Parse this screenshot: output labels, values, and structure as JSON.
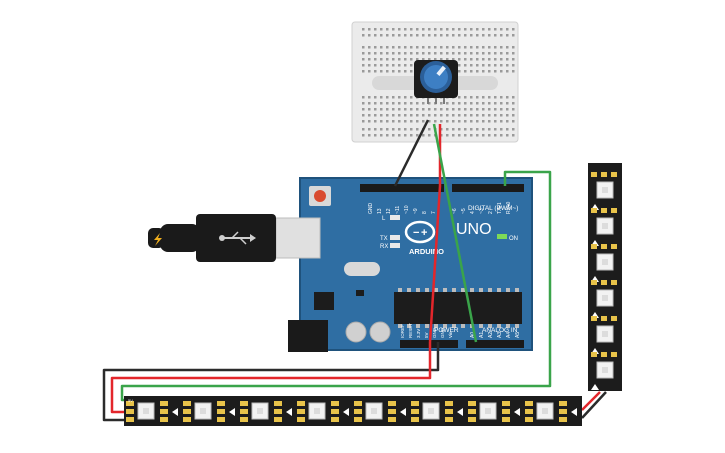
{
  "colors": {
    "background": "#ffffff",
    "board": "#2f6ea3",
    "board_edge": "#1f527c",
    "breadboard": "#ebebeb",
    "strip": "#1c1c1c",
    "wire_red": "#e3262b",
    "wire_black": "#2b2b2b",
    "wire_green": "#3aa44a",
    "pot_knob": "#3d7fc4",
    "usb_plug": "#1a1a1a"
  },
  "arduino": {
    "brand": "ARDUINO",
    "model": "UNO",
    "digital_header": "DIGITAL (PWM~)",
    "analog_header": "ANALOG IN",
    "power_header": "POWER",
    "on_label": "ON",
    "l_label": "L",
    "tx_label": "TX",
    "rx_label": "RX",
    "aref_label": "AREF",
    "digital_pins": [
      "GND",
      "13",
      "12",
      "~11",
      "~10",
      "~9",
      "8",
      "7",
      "~6",
      "~5",
      "4",
      "~3",
      "2",
      "TX▸1",
      "RX◂0"
    ],
    "power_pins": [
      "IOREF",
      "RESET",
      "3.3V",
      "5V",
      "GND",
      "GND",
      "Vin"
    ],
    "analog_pins": [
      "A0",
      "A1",
      "A2",
      "A3",
      "A4",
      "A5"
    ]
  },
  "strip": {
    "pad_labels": [
      "5V",
      "Din",
      "GND"
    ],
    "horizontal_count": 8,
    "vertical_count": 6
  },
  "potentiometer": {
    "icon": "potentiometer-icon"
  },
  "usb": {
    "icon": "usb-icon",
    "plug_icon": "lightning-icon"
  }
}
